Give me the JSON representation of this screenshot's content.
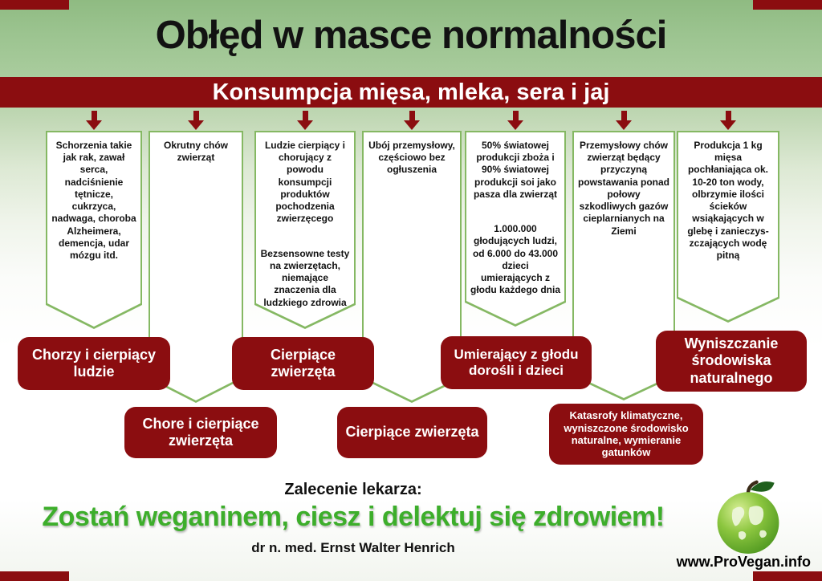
{
  "title": "Obłęd w masce normalności",
  "banner": "Konsumpcja mięsa, mleka, sera i jaj",
  "columns": [
    {
      "texts": [
        "Schorzenia takie jak rak, zawał serca, nadciśnienie tętnicze, cukrzyca, nadwaga, choroba Alzheimera, demencja, udar mózgu itd."
      ]
    },
    {
      "texts": [
        "Okrutny chów zwierząt"
      ]
    },
    {
      "texts": [
        "Ludzie cierpiący i chorujący z powodu konsumpcji produktów pochodzenia zwierzęcego",
        "Bezsensowne testy na zwierzętach, niemające znaczenia dla ludzkiego zdrowia"
      ]
    },
    {
      "texts": [
        "Ubój przemysłowy, częściowo bez ogłuszenia"
      ]
    },
    {
      "texts": [
        "50% światowej produkcji zboża i 90% światowej produkcji soi jako pasza dla zwierząt",
        "1.000.000 głodujących ludzi, od 6.000 do 43.000 dzieci umierających z głodu każdego dnia"
      ]
    },
    {
      "texts": [
        "Przemysłowy chów zwierząt będący przyczyną powstawania ponad połowy szkodliwych gazów cieplarnianych na Ziemi"
      ]
    },
    {
      "texts": [
        "Produkcja 1 kg mięsa pochłaniająca ok. 10-20 ton wody, olbrzymie ilości ścieków wsiąkających w glebę i zanieczys-zczających wodę pitną"
      ]
    }
  ],
  "results_row1": [
    "Chorzy i cierpiący ludzie",
    "Cierpiące zwierzęta",
    "Umierający z głodu dorośli i dzieci",
    "Wyniszczanie środowiska naturalnego"
  ],
  "results_row2": [
    "Chore i cierpiące zwierzęta",
    "Cierpiące zwierzęta",
    "Katasrofy klimatyczne, wyniszczone środowisko naturalne, wymieranie gatunków"
  ],
  "footer": {
    "recommendation_label": "Zalecenie lekarza:",
    "slogan": "Zostań weganinem, ciesz i delektuj się zdrowiem!",
    "author": "dr n. med. Ernst Walter Henrich",
    "website": "www.ProVegan.info"
  },
  "icons": {
    "apple_logo": "apple-earth-logo"
  },
  "colors": {
    "dark_red": "#8b0d10",
    "pennant_border_green": "#85b863",
    "slogan_green": "#3dae2b",
    "header_green": "#9ac48e"
  }
}
